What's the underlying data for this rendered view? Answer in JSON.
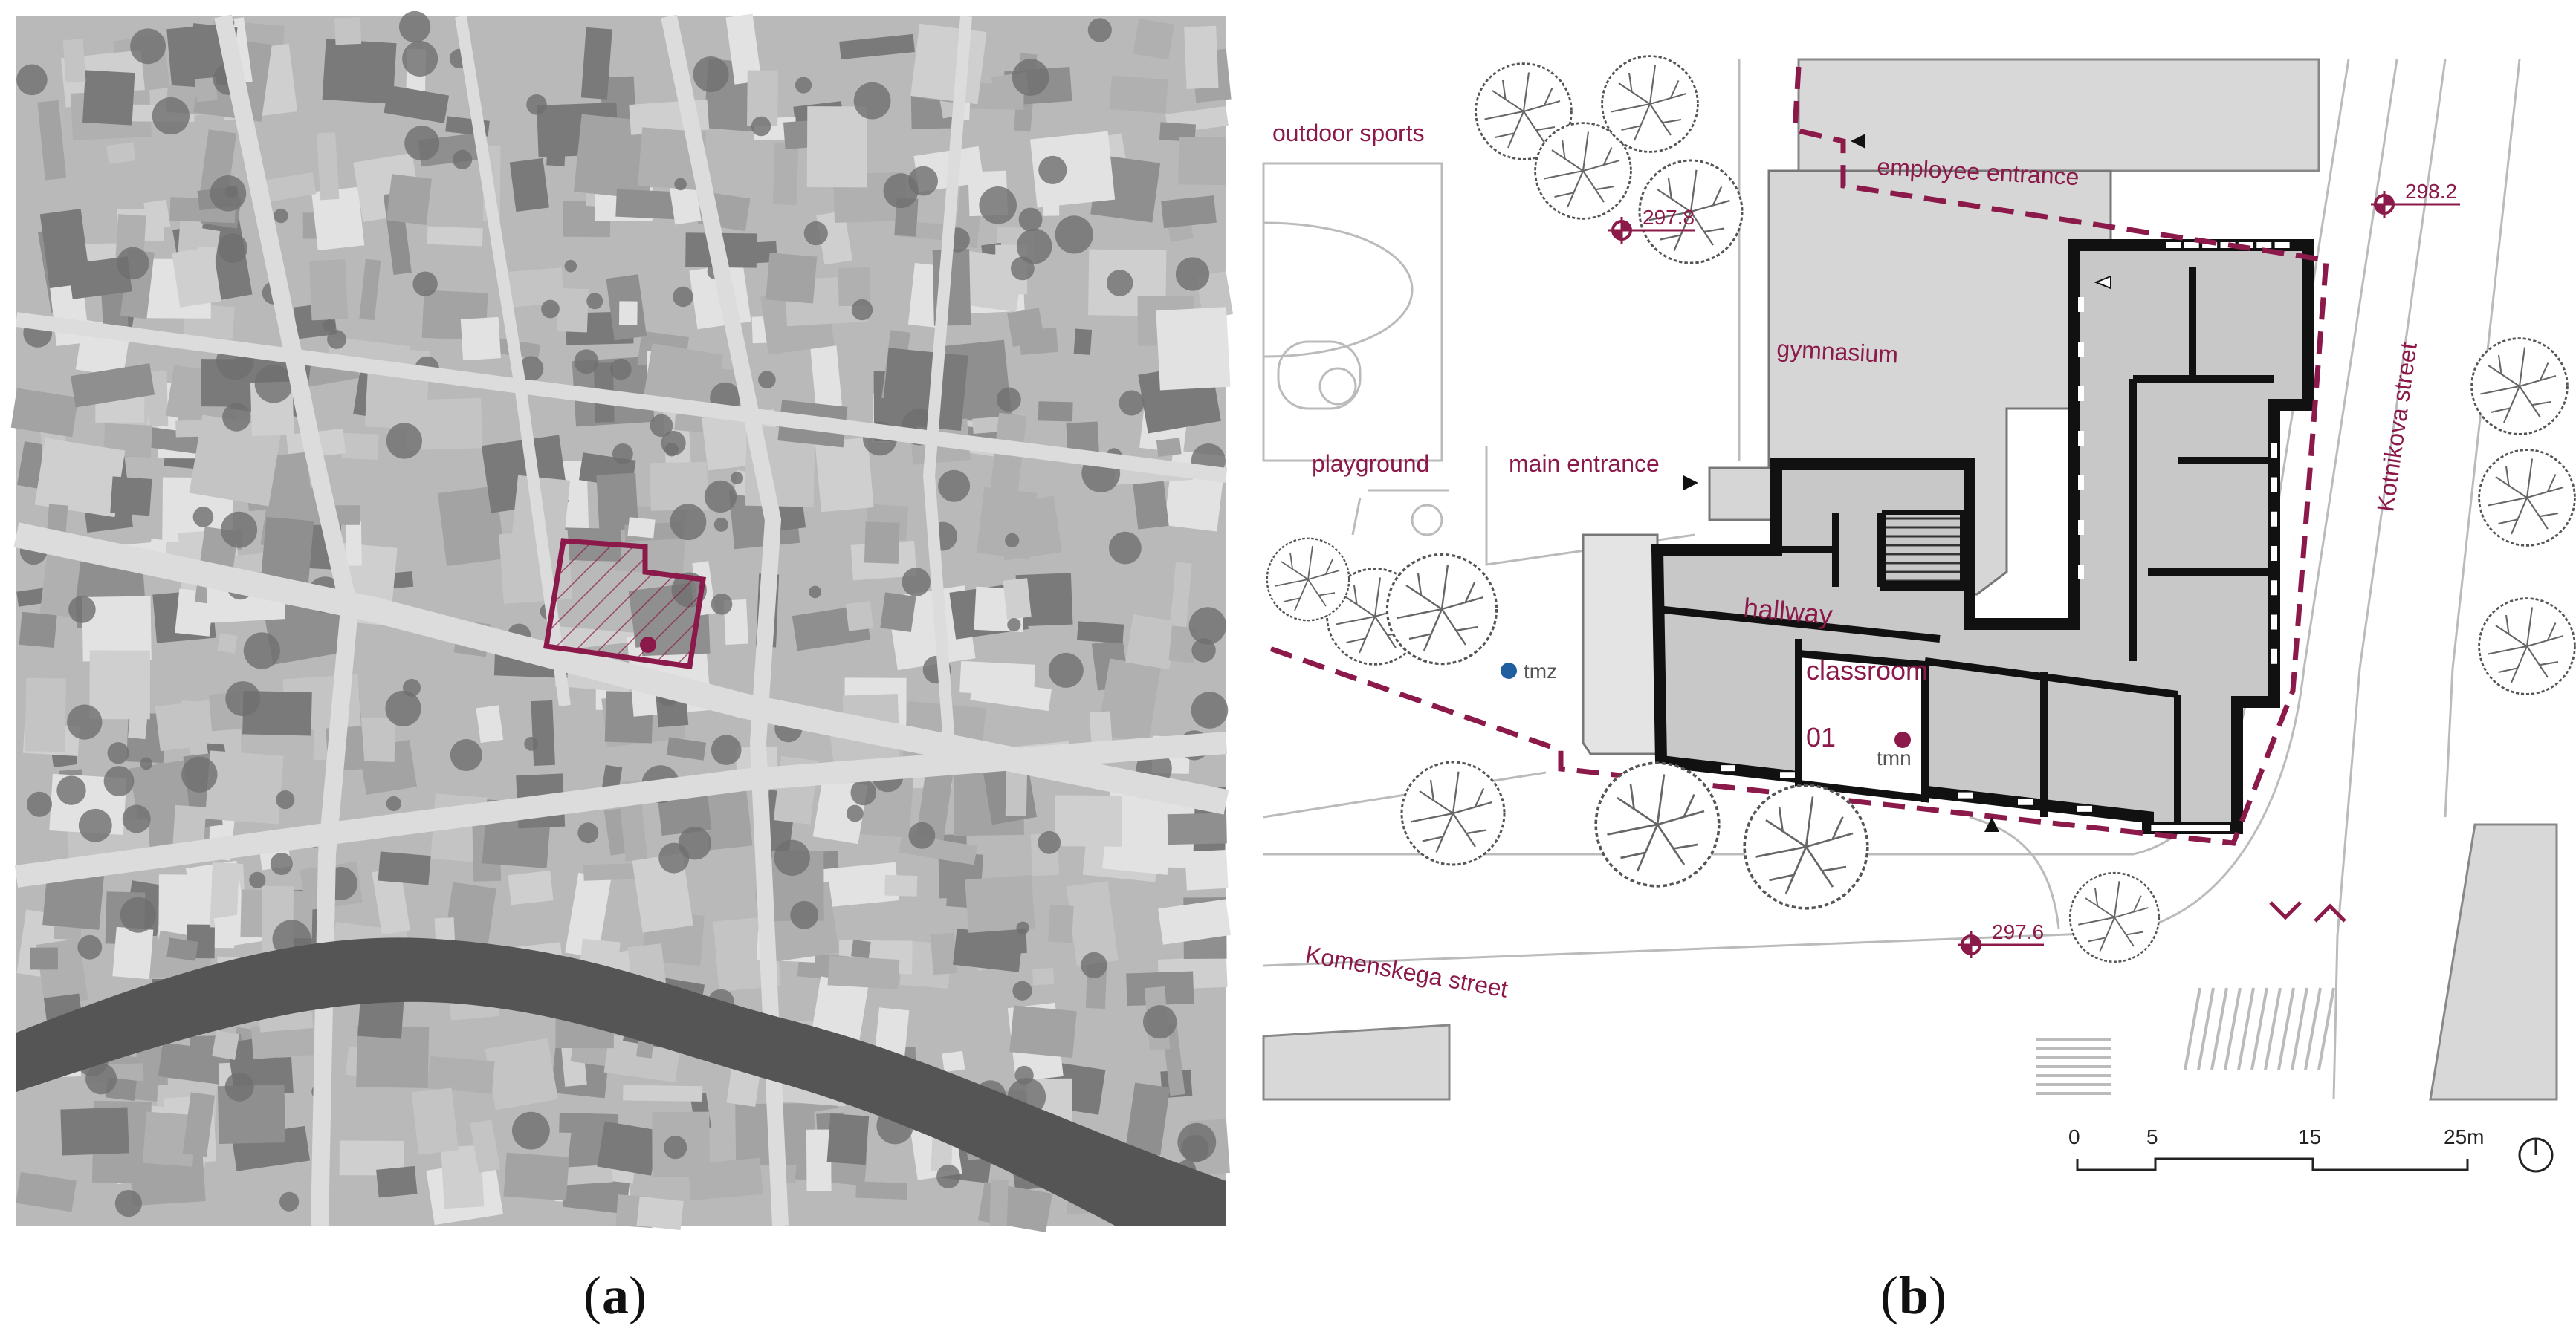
{
  "captions": {
    "a_open": "(",
    "a_letter": "a",
    "a_close": ")",
    "b_open": "(",
    "b_letter": "b",
    "b_close": ")"
  },
  "plan_labels": {
    "outdoor_sports": "outdoor sports",
    "employee_entrance": "employee entrance",
    "gymnasium": "gymnasium",
    "playground": "playground",
    "main_entrance": "main entrance",
    "hallway": "hallway",
    "classroom_line1": "classroom",
    "classroom_line2": "01",
    "kotnikova_street": "Kotnikova street",
    "komenskega_street": "Komenskega street"
  },
  "sensors": {
    "tmz": "tmz",
    "tmn": "tmn"
  },
  "elevations": {
    "e1": "297.8",
    "e2": "298.2",
    "e3": "297.6"
  },
  "scale_bar": {
    "t0": "0",
    "t5": "5",
    "t15": "15",
    "t25": "25m"
  },
  "colors": {
    "accent": "#8b1a4a",
    "building_fill": "#c8c8c8",
    "wall": "#111111",
    "sensor_tmz": "#1f5fa0",
    "sensor_tmn": "#8b1a4a"
  }
}
